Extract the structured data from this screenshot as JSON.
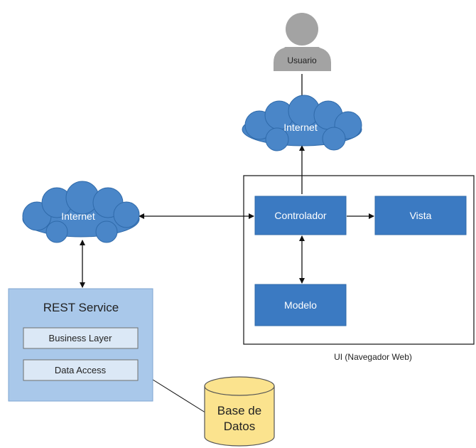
{
  "nodes": {
    "usuario": "Usuario",
    "internet_top": "Internet",
    "internet_left": "Internet",
    "controlador": "Controlador",
    "vista": "Vista",
    "modelo": "Modelo",
    "rest_service": "REST Service",
    "business_layer": "Business Layer",
    "data_access": "Data Access",
    "db_line1": "Base de",
    "db_line2": "Datos"
  },
  "container_caption": "UI (Navegador Web)",
  "colors": {
    "box_blue": "#3b7ac2",
    "cloud_blue": "#4a86c8",
    "rest_panel": "#a9c8ea",
    "rest_inner": "#dbe8f6",
    "db_yellow": "#fbe38e",
    "person_gray": "#a3a3a3"
  }
}
